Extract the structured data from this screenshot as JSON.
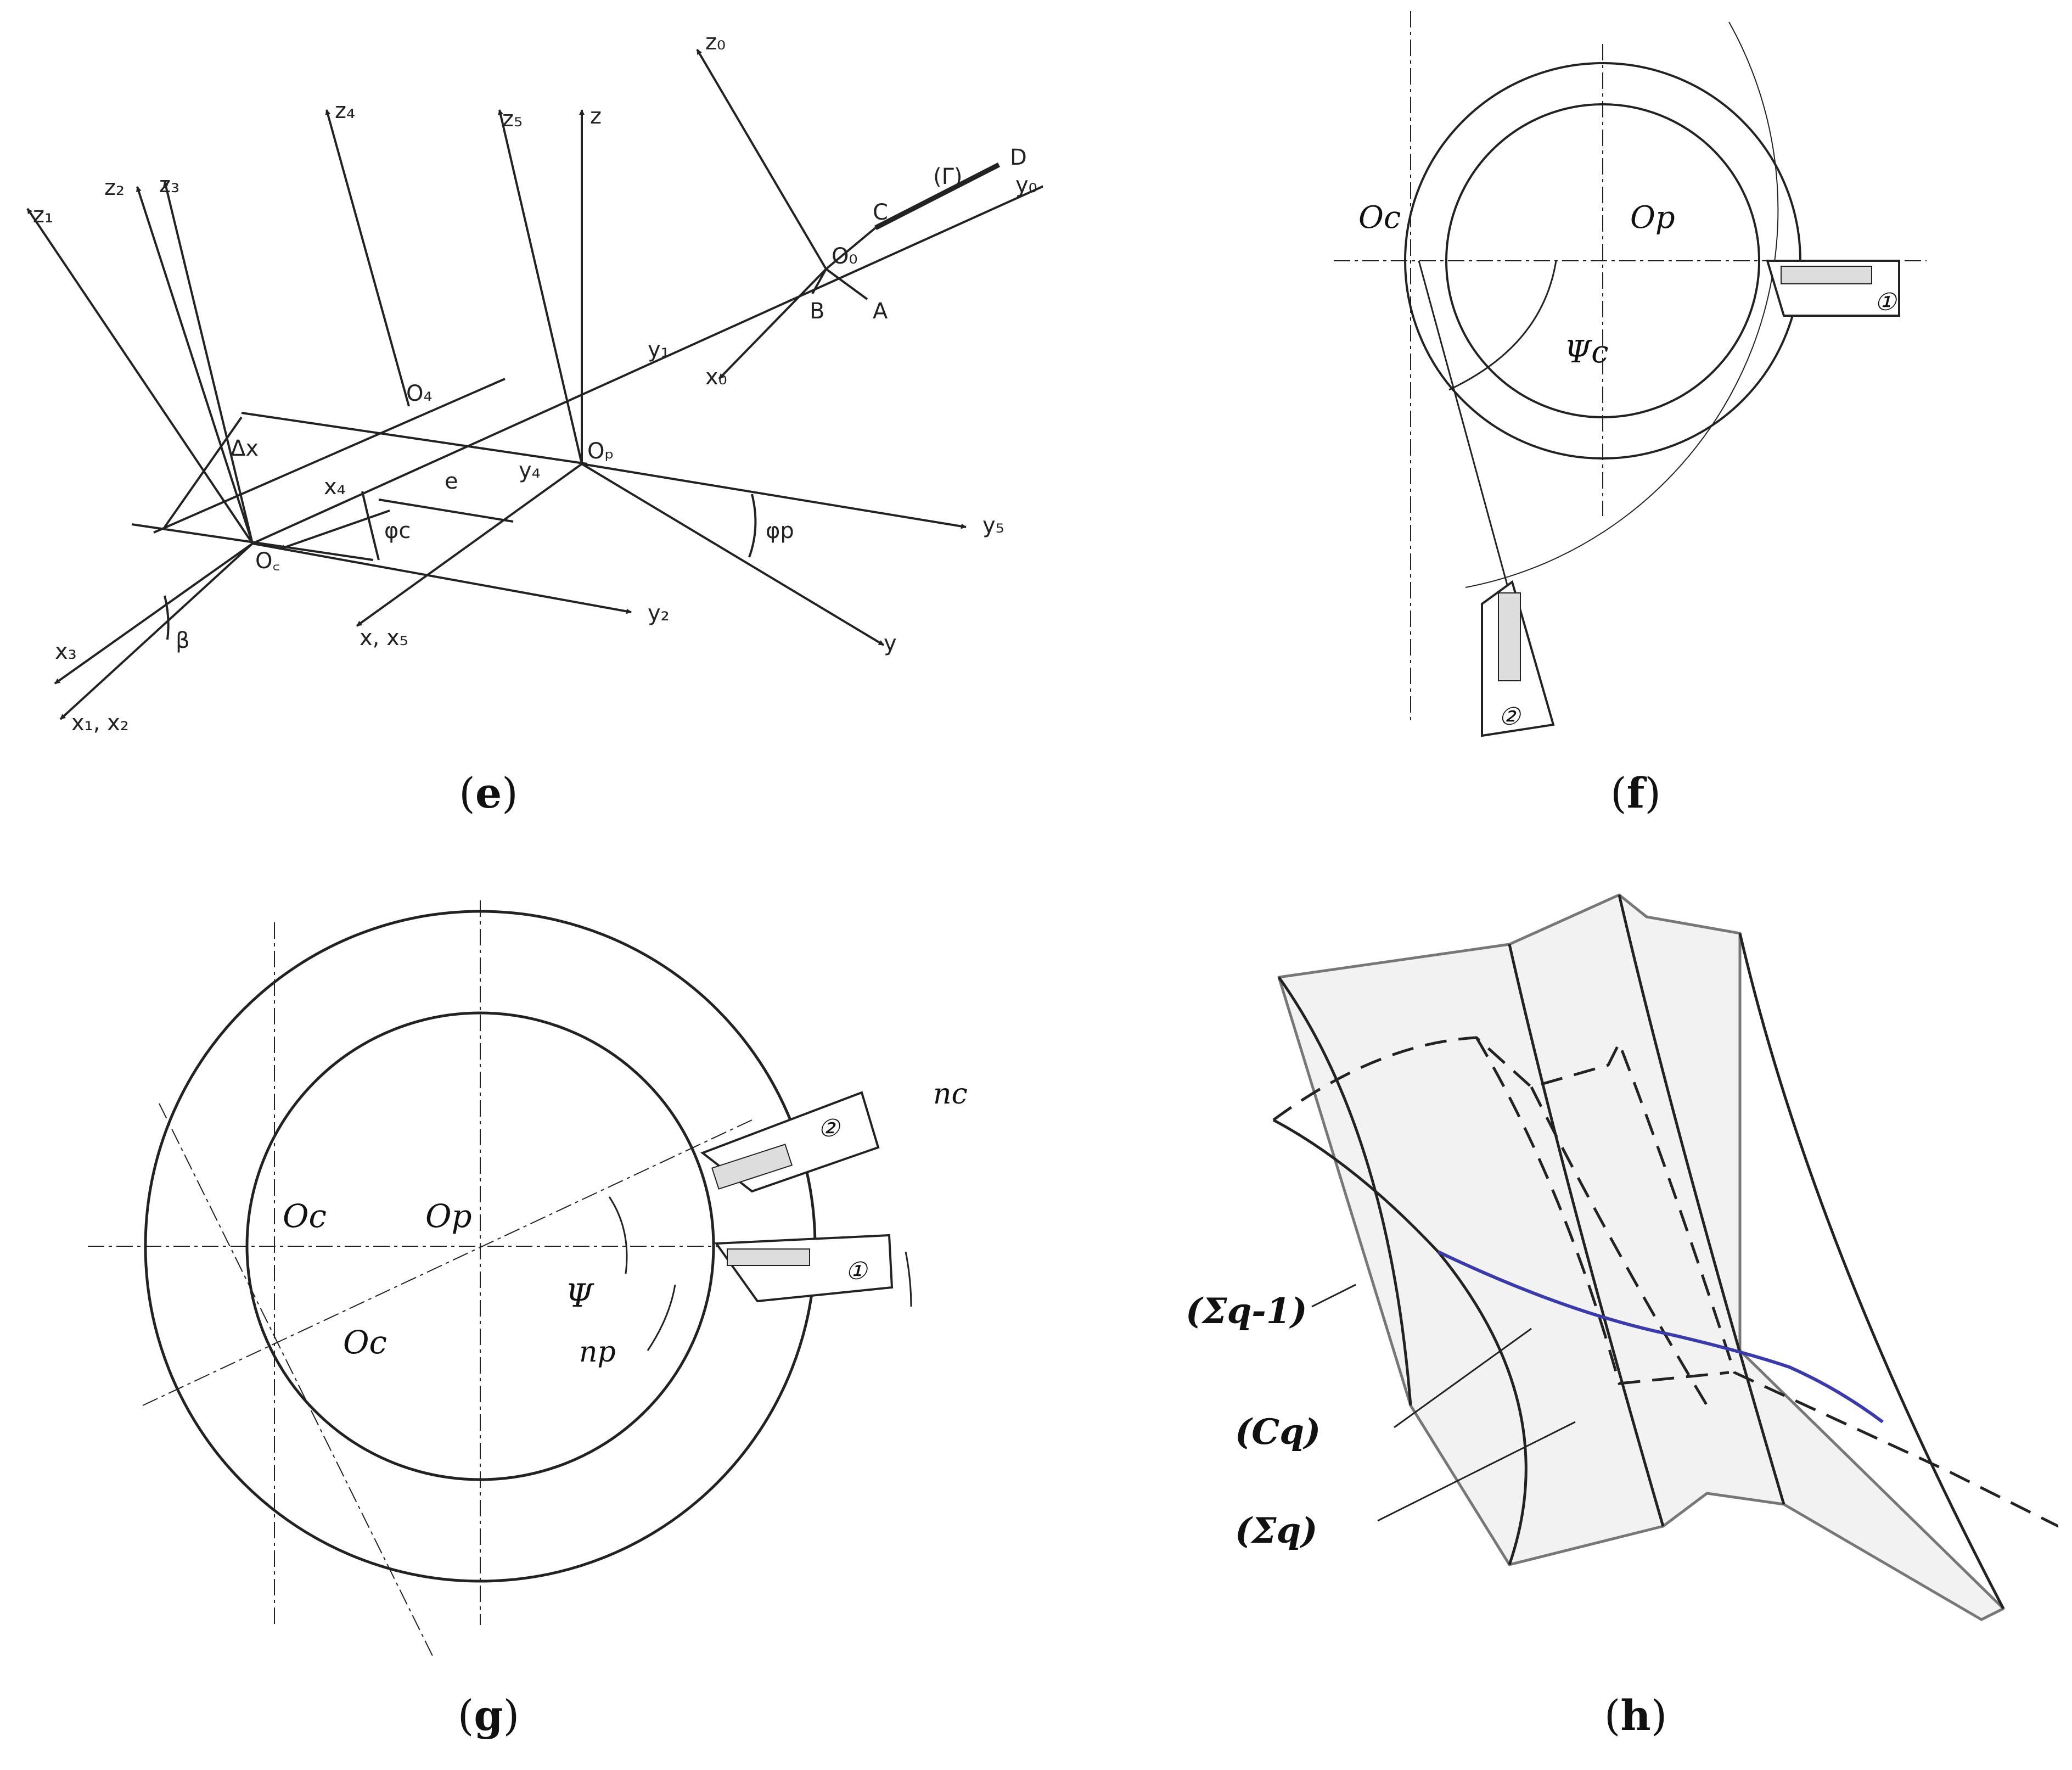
{
  "panels": {
    "e": {
      "caption": "e",
      "labels": {
        "z0": "z₀",
        "z1": "z₁",
        "z2": "z₂",
        "z3": "z₃",
        "z4": "z₄",
        "z5": "z₅",
        "z": "z",
        "y0": "y₀",
        "y1": "y₁",
        "y2": "y₂",
        "y4": "y₄",
        "y5": "y₅",
        "y": "y",
        "x0": "x₀",
        "x3": "x₃",
        "x4": "x₄",
        "x1x2": "x₁, x₂",
        "xx5": "x, x₅",
        "O0": "O₀",
        "O4": "O₄",
        "Op": "Oₚ",
        "Oc": "O꜀",
        "A": "A",
        "B": "B",
        "C": "C",
        "D": "D",
        "Gamma": "(Γ)",
        "dx": "Δx",
        "e": "e",
        "phic": "φc",
        "phip": "φp",
        "beta": "β"
      }
    },
    "f": {
      "caption": "f",
      "labels": {
        "Oc": "Oc",
        "Op": "Op",
        "psic": "Ψc",
        "tool1": "①",
        "tool2": "②"
      }
    },
    "g": {
      "caption": "g",
      "labels": {
        "Oc1": "Oc",
        "Op": "Op",
        "Oc2": "Oc",
        "psi": "Ψ",
        "nc": "nc",
        "np": "np",
        "tool1": "①",
        "tool2": "②"
      }
    },
    "h": {
      "caption": "h",
      "labels": {
        "sigma_q1": "(Σq-1)",
        "cq": "(Cq)",
        "sigma_q": "(Σq)"
      }
    }
  }
}
